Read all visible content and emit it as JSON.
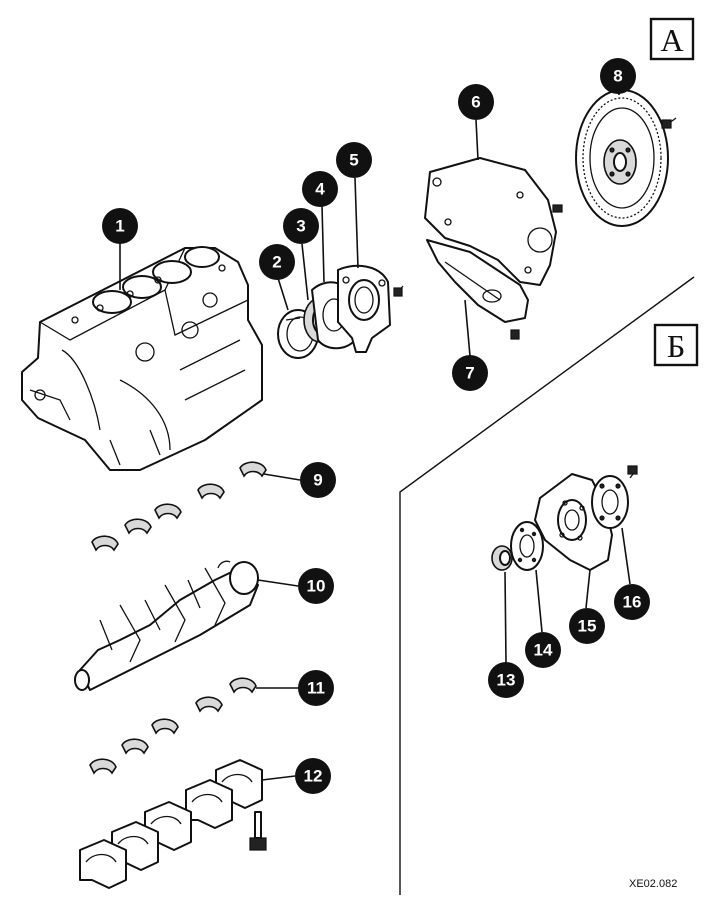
{
  "section_labels": {
    "a": "А",
    "b": "Б"
  },
  "callouts": [
    "1",
    "2",
    "3",
    "4",
    "5",
    "6",
    "7",
    "8",
    "9",
    "10",
    "11",
    "12",
    "13",
    "14",
    "15",
    "16"
  ],
  "figure_ref": "XE02.082",
  "colors": {
    "ink": "#111111",
    "background": "#ffffff"
  }
}
